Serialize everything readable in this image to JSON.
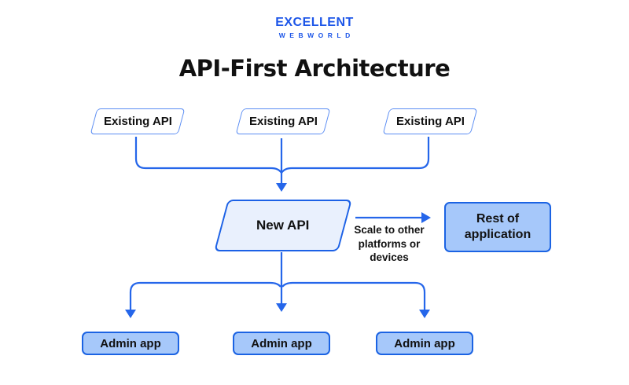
{
  "logo": {
    "primary": "EXCELLENT",
    "secondary": "WEBWORLD"
  },
  "title": "API-First Architecture",
  "colors": {
    "line": "#2566EA",
    "logo_blue": "#1D56E8",
    "para_border": "#5B8DF3",
    "new_api_border": "#1C61E6",
    "new_api_fill": "#E9F0FD",
    "solid_box_fill": "#A6C8FA",
    "solid_box_border": "#1B63E3",
    "text_dark": "#111111"
  },
  "nodes": {
    "existing_apis": [
      {
        "label": "Existing API"
      },
      {
        "label": "Existing API"
      },
      {
        "label": "Existing API"
      }
    ],
    "new_api": {
      "label": "New API"
    },
    "rest_of_application": {
      "label": "Rest of application"
    },
    "admin_apps": [
      {
        "label": "Admin app"
      },
      {
        "label": "Admin app"
      },
      {
        "label": "Admin app"
      }
    ]
  },
  "annotations": {
    "scale_note": "Scale to other platforms or devices"
  }
}
